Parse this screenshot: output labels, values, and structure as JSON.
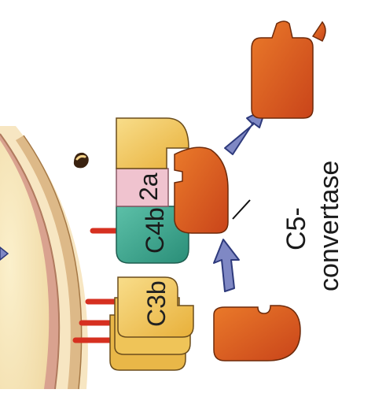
{
  "labels": {
    "c4b": "C4b",
    "c2a": "2a",
    "c3b": "C3b",
    "enzyme_line1": "C5-",
    "enzyme_line2": "convertase"
  },
  "colors": {
    "background": "#ffffff",
    "cell_interior": "#f5e4b8",
    "cell_membrane": "#d7a08f",
    "cell_membrane_inner": "#b98a52",
    "c3b_fill": "#f4c95c",
    "c4b_fill": "#3faa90",
    "c2a_fill": "#f0c3cf",
    "c5_fill": "#d9541a",
    "anchor_red": "#d63020",
    "arrow_fill": "#7f88c4",
    "arrow_stroke": "#2e3a7c"
  },
  "icons": [
    "membrane-dot-icon",
    "arrow-up-icon",
    "arrow-upper-right-icon"
  ]
}
